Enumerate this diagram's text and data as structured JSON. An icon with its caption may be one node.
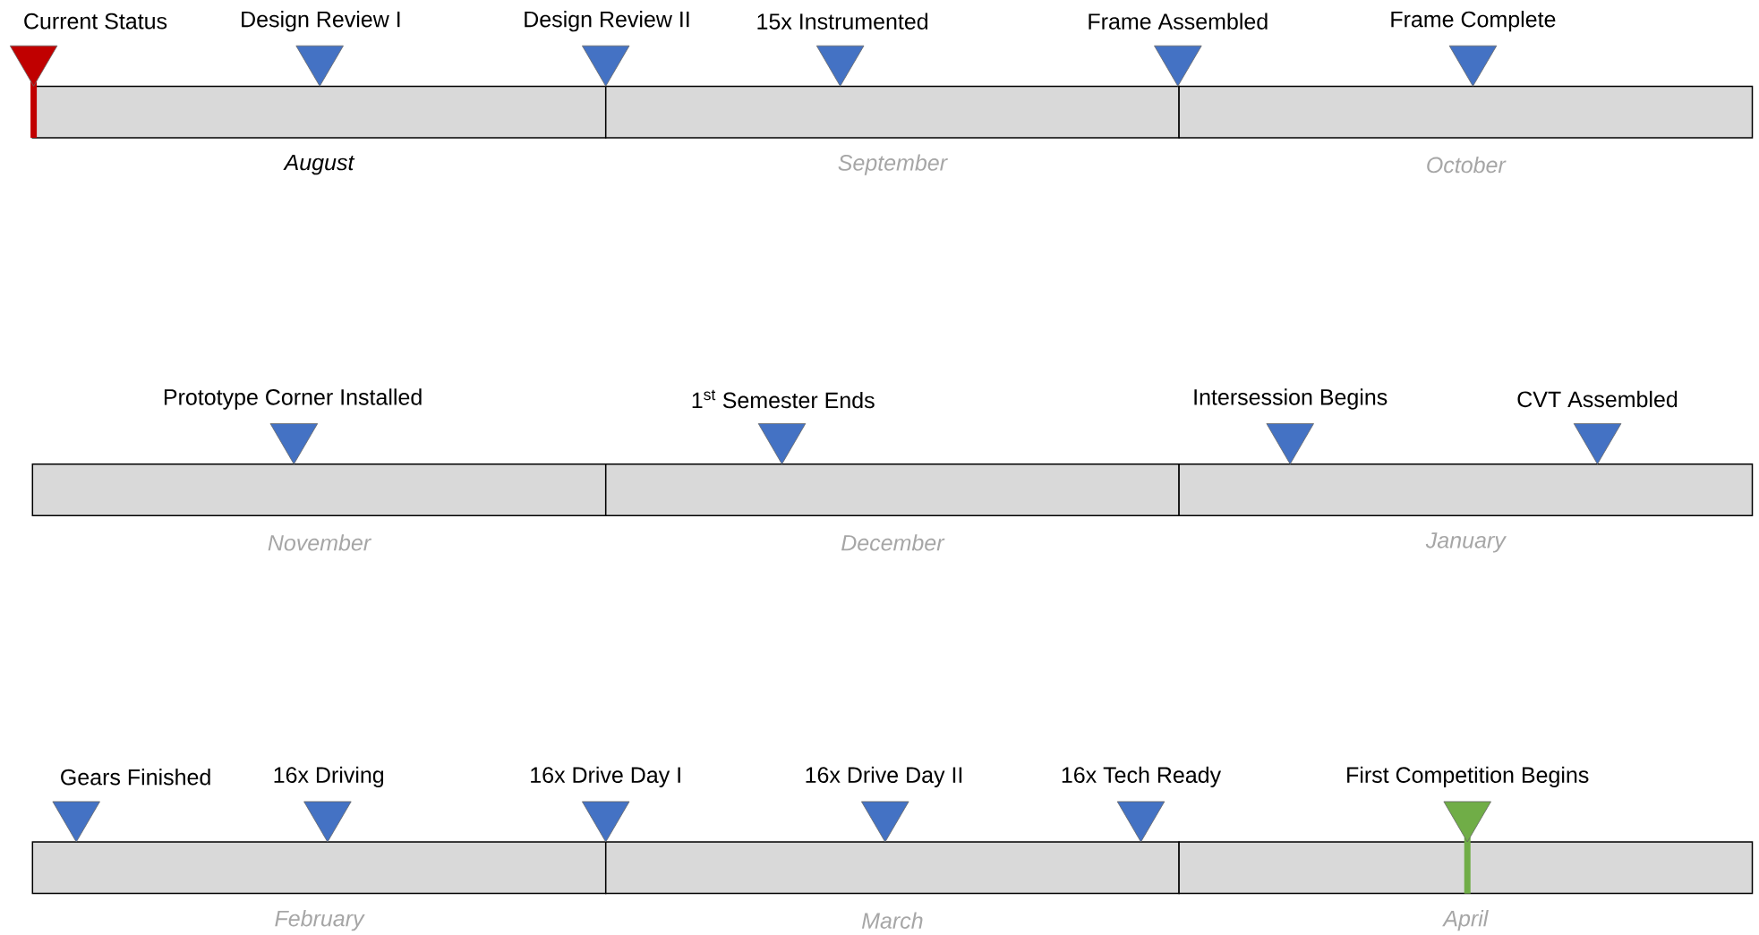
{
  "diagram": {
    "nodes": [
      {
        "text": [
          "Current Status"
        ]
      },
      {
        "text": [
          "Design Review I"
        ]
      },
      {
        "text": [
          "Design Review II"
        ]
      },
      {
        "text": [
          "15x Instrumented"
        ]
      },
      {
        "text": [
          "Frame Assembled"
        ]
      },
      {
        "text": [
          "Frame Complete"
        ]
      },
      {
        "text": [
          "August"
        ]
      },
      {
        "text": [
          "September"
        ]
      },
      {
        "text": [
          "October"
        ]
      },
      {
        "text": [
          "Prototype Corner Installed"
        ]
      },
      {
        "text": [
          "1$^{st}$ Semester Ends"
        ]
      },
      {
        "text": [
          "Intersession Begins"
        ]
      },
      {
        "text": [
          "CVT Assembled"
        ]
      },
      {
        "text": [
          "November"
        ]
      },
      {
        "text": [
          "December"
        ]
      },
      {
        "text": [
          "January"
        ]
      },
      {
        "text": [
          "Gears Finished"
        ]
      },
      {
        "text": [
          "16x Driving"
        ]
      },
      {
        "text": [
          "16x Drive Day I"
        ]
      },
      {
        "text": [
          "16x Drive Day II"
        ]
      },
      {
        "text": [
          "16x Tech Ready"
        ]
      },
      {
        "text": [
          "First Competition Begins"
        ]
      },
      {
        "text": [
          "February"
        ]
      },
      {
        "text": [
          "March"
        ]
      },
      {
        "text": [
          "April"
        ]
      }
    ]
  }
}
